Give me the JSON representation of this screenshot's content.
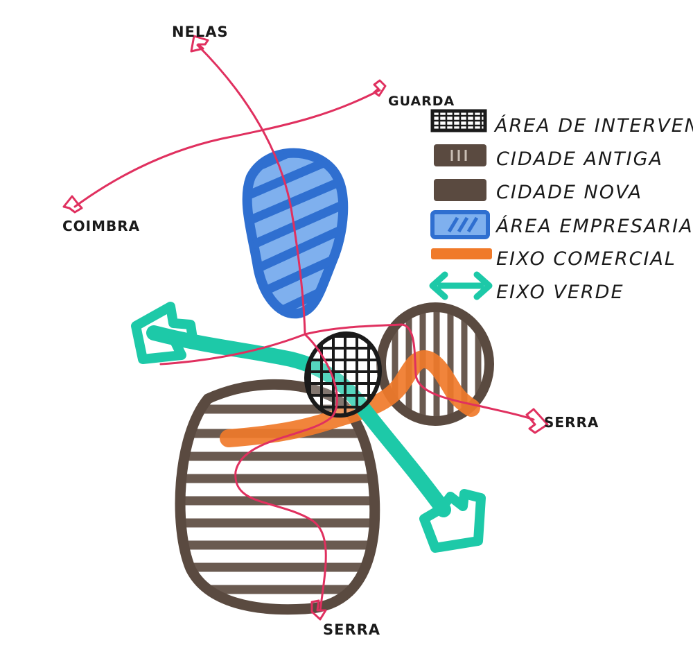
{
  "places": {
    "nelas": "NELAS",
    "guarda": "GUARDA",
    "coimbra": "COIMBRA",
    "serra_east": "SERRA",
    "serra_south": "SERRA"
  },
  "legend": [
    {
      "key": "intervention",
      "label": "ÁREA DE INTERVENÇÃO",
      "color": "#1a1a1a",
      "icon": "crosshatch-swatch"
    },
    {
      "key": "old_city",
      "label": "CIDADE ANTIGA",
      "color": "#5a4a40",
      "icon": "vertical-stripe-swatch"
    },
    {
      "key": "new_city",
      "label": "CIDADE NOVA",
      "color": "#5a4a40",
      "icon": "solid-swatch"
    },
    {
      "key": "business",
      "label": "ÁREA EMPRESARIAL",
      "color": "#2f6fd0",
      "icon": "hatched-blue-swatch"
    },
    {
      "key": "commercial",
      "label": "EIXO COMERCIAL",
      "color": "#f07a2a",
      "icon": "orange-bar"
    },
    {
      "key": "green",
      "label": "EIXO VERDE",
      "color": "#1dc9a8",
      "icon": "double-arrow"
    }
  ],
  "colors": {
    "road": "#e0305f",
    "brown": "#5a4a40",
    "blue": "#2f6fd0",
    "blue_light": "#7fb0ee",
    "orange": "#f07a2a",
    "teal": "#1dc9a8",
    "ink": "#1a1a1a"
  }
}
